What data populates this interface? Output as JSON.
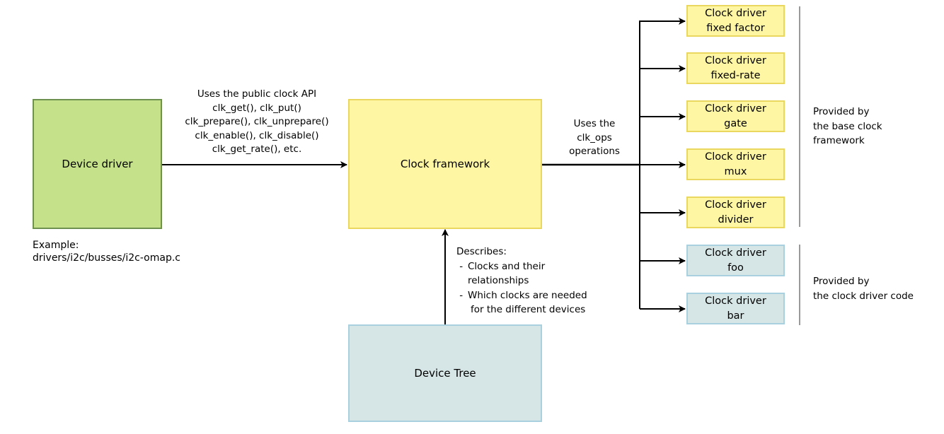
{
  "device_driver": {
    "label": "Device driver",
    "example_title": "Example:",
    "example_path": "drivers/i2c/busses/i2c-omap.c"
  },
  "clock_framework": {
    "label": "Clock framework"
  },
  "device_tree": {
    "label": "Device Tree"
  },
  "api_label": {
    "line1": "Uses the public clock API",
    "line2": "clk_get(), clk_put()",
    "line3": "clk_prepare(), clk_unprepare()",
    "line4": "clk_enable(), clk_disable()",
    "line5": "clk_get_rate(), etc."
  },
  "ops_label": {
    "line1": "Uses the",
    "line2": "clk_ops",
    "line3": "operations"
  },
  "describes_label": {
    "title": "Describes:",
    "item1_line1": "Clocks and their",
    "item1_line2": "relationships",
    "item2_line1": "Which clocks are needed",
    "item2_line2": "for the different devices"
  },
  "drivers": [
    {
      "name": "Clock driver",
      "sub": "fixed factor",
      "group": "base"
    },
    {
      "name": "Clock driver",
      "sub": "fixed-rate",
      "group": "base"
    },
    {
      "name": "Clock driver",
      "sub": "gate",
      "group": "base"
    },
    {
      "name": "Clock driver",
      "sub": "mux",
      "group": "base"
    },
    {
      "name": "Clock driver",
      "sub": "divider",
      "group": "base"
    },
    {
      "name": "Clock driver",
      "sub": "foo",
      "group": "custom"
    },
    {
      "name": "Clock driver",
      "sub": "bar",
      "group": "custom"
    }
  ],
  "groups": {
    "base": {
      "line1": "Provided by",
      "line2": "the base clock",
      "line3": "framework"
    },
    "custom": {
      "line1": "Provided by",
      "line2": "the clock driver code"
    }
  },
  "colors": {
    "device_driver_fill": "#c5e28a",
    "clock_framework_fill": "#fff6a3",
    "device_tree_fill": "#d6e5e5",
    "bracket": "#999999"
  }
}
